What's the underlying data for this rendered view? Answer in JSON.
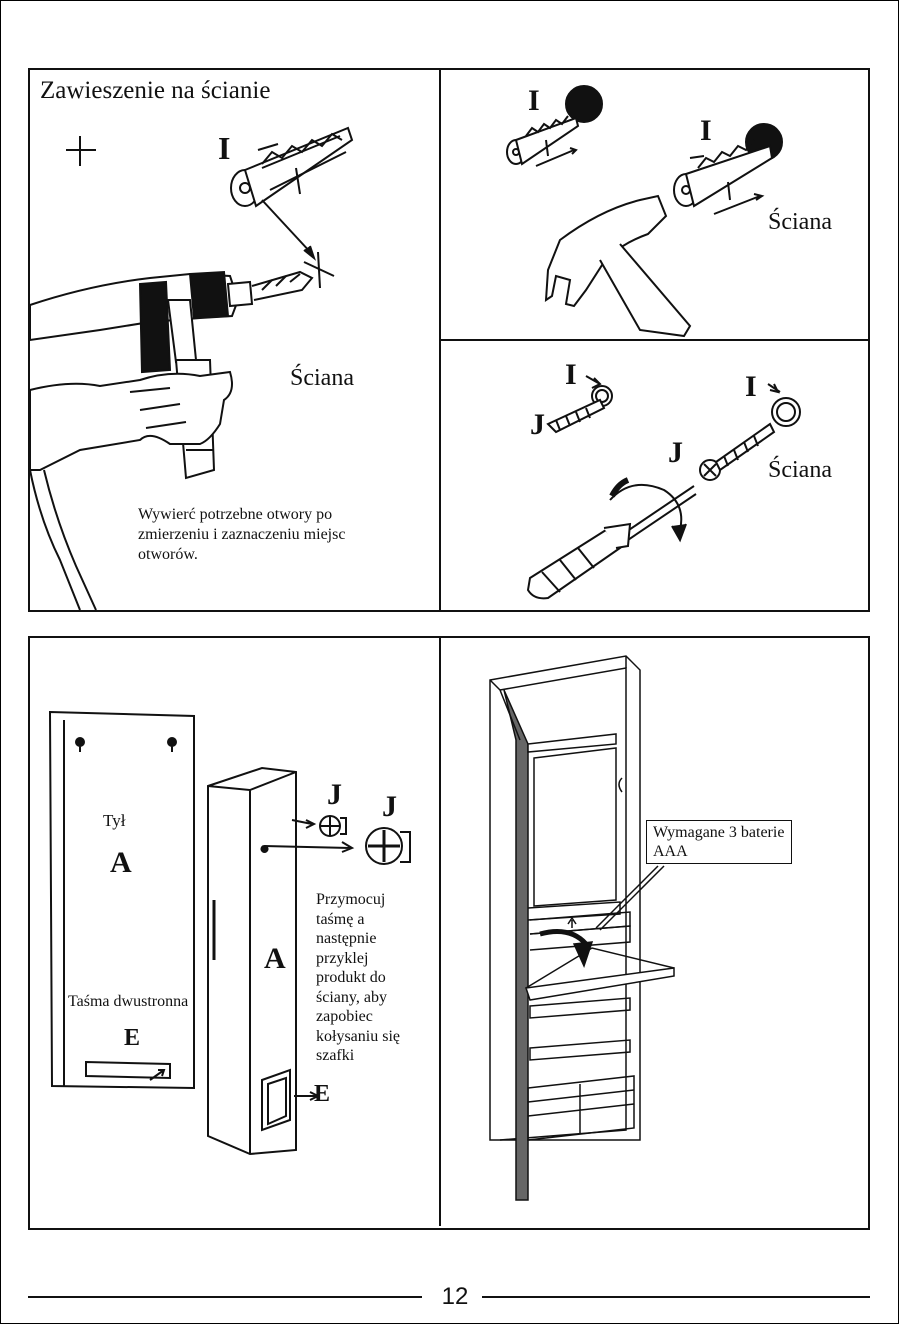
{
  "panels": {
    "wall_mount": {
      "title": "Zawieszenie na ścianie",
      "part_label": "I",
      "wall_label": "Ściana",
      "instruction": "Wywierć potrzebne otwory po zmierzeniu i zaznaczeniu miejsc otworów."
    },
    "hammer": {
      "part_label_1": "I",
      "part_label_2": "I",
      "wall_label": "Ściana"
    },
    "screwdriver": {
      "part_i_1": "I",
      "part_j_1": "J",
      "part_i_2": "I",
      "part_j_2": "J",
      "wall_label": "Ściana"
    },
    "tape": {
      "back_label": "Tył",
      "panel_letter_back": "A",
      "tape_label": "Taśma dwustronna",
      "tape_letter": "E",
      "panel_letter_front": "A",
      "part_j_1": "J",
      "part_j_2": "J",
      "tape_letter_arrow": "E",
      "instruction": "Przymocuj taśmę a następnie przyklej produkt do ściany, aby zapobiec kołysaniu się szafki"
    },
    "battery": {
      "callout": "Wymagane 3 baterie AAA"
    }
  },
  "footer": {
    "page_number": "12"
  }
}
